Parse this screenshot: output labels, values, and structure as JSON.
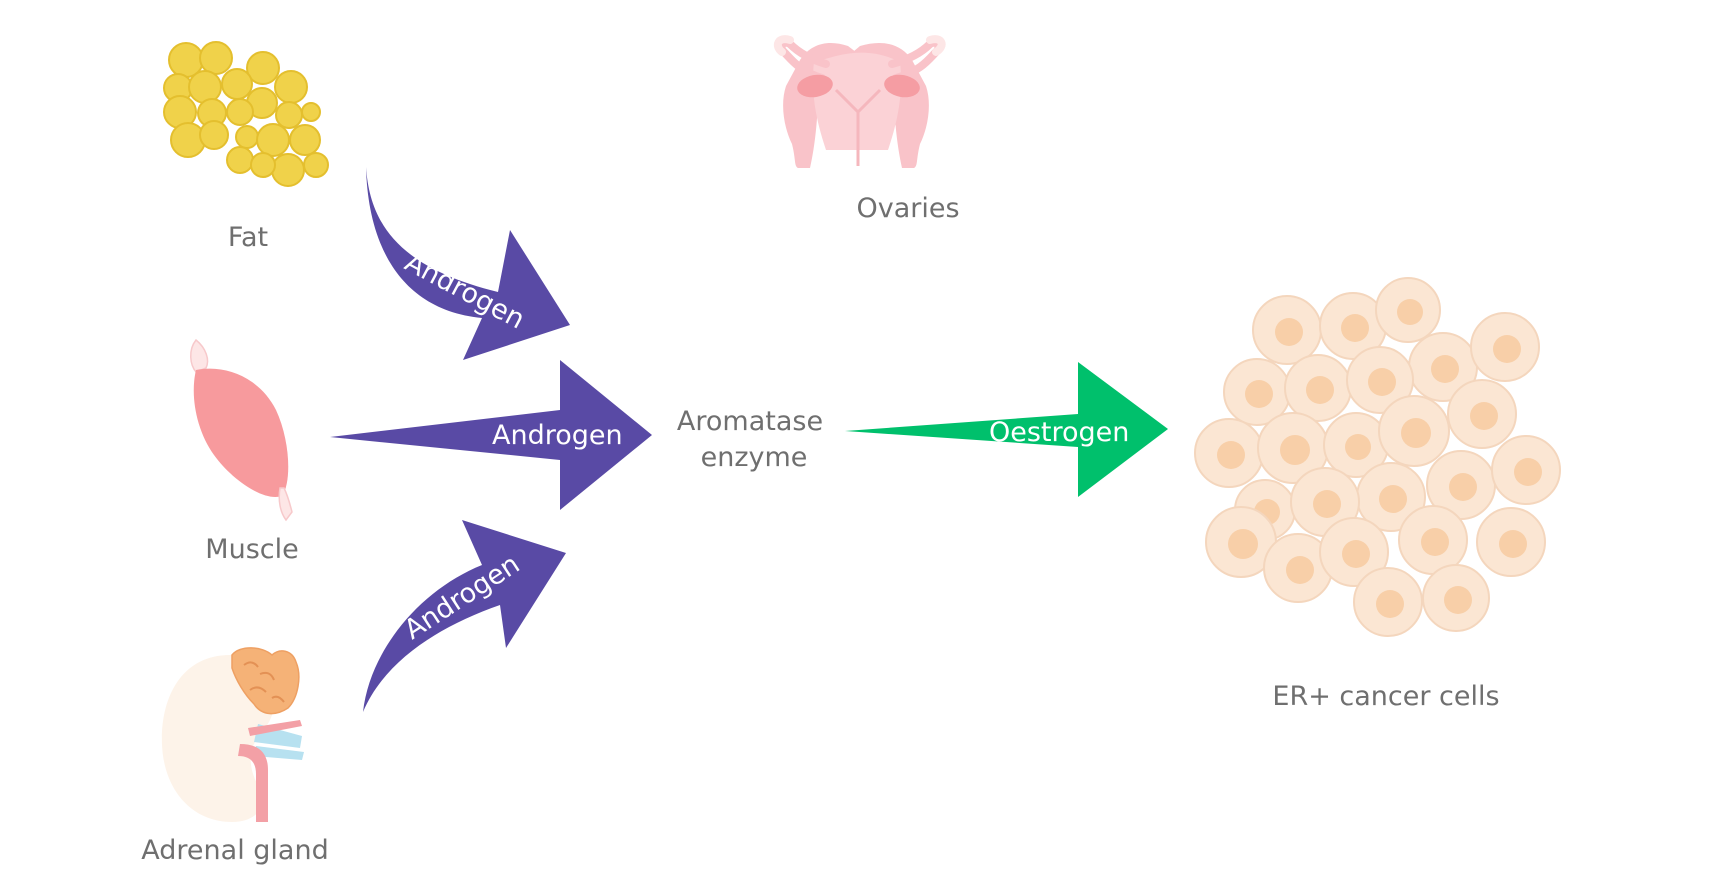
{
  "diagram": {
    "sources": {
      "fat": "Fat",
      "muscle": "Muscle",
      "adrenal": "Adrenal gland",
      "ovaries": "Ovaries"
    },
    "center": {
      "line1": "Aromatase",
      "line2": "enzyme"
    },
    "target": "ER+ cancer cells",
    "arrows": {
      "fat_arrow": "Androgen",
      "muscle_arrow": "Androgen",
      "adrenal_arrow": "Androgen",
      "output_arrow": "Oestrogen"
    },
    "colors": {
      "androgen_arrow": "#594aa5",
      "oestrogen_arrow": "#00c06c",
      "label_text": "#6f6f6f",
      "fat": "#f0d24a",
      "muscle": "#f79a9d",
      "ovaries": "#f9c3c9",
      "cell_outer": "#fbe6d3",
      "cell_nucleus": "#f8cfa8",
      "adrenal_kidney": "#fdf3e9",
      "adrenal_gland": "#f5b277"
    },
    "icons": [
      "fat-cells-icon",
      "muscle-icon",
      "adrenal-gland-icon",
      "ovaries-icon",
      "cancer-cells-icon"
    ]
  }
}
